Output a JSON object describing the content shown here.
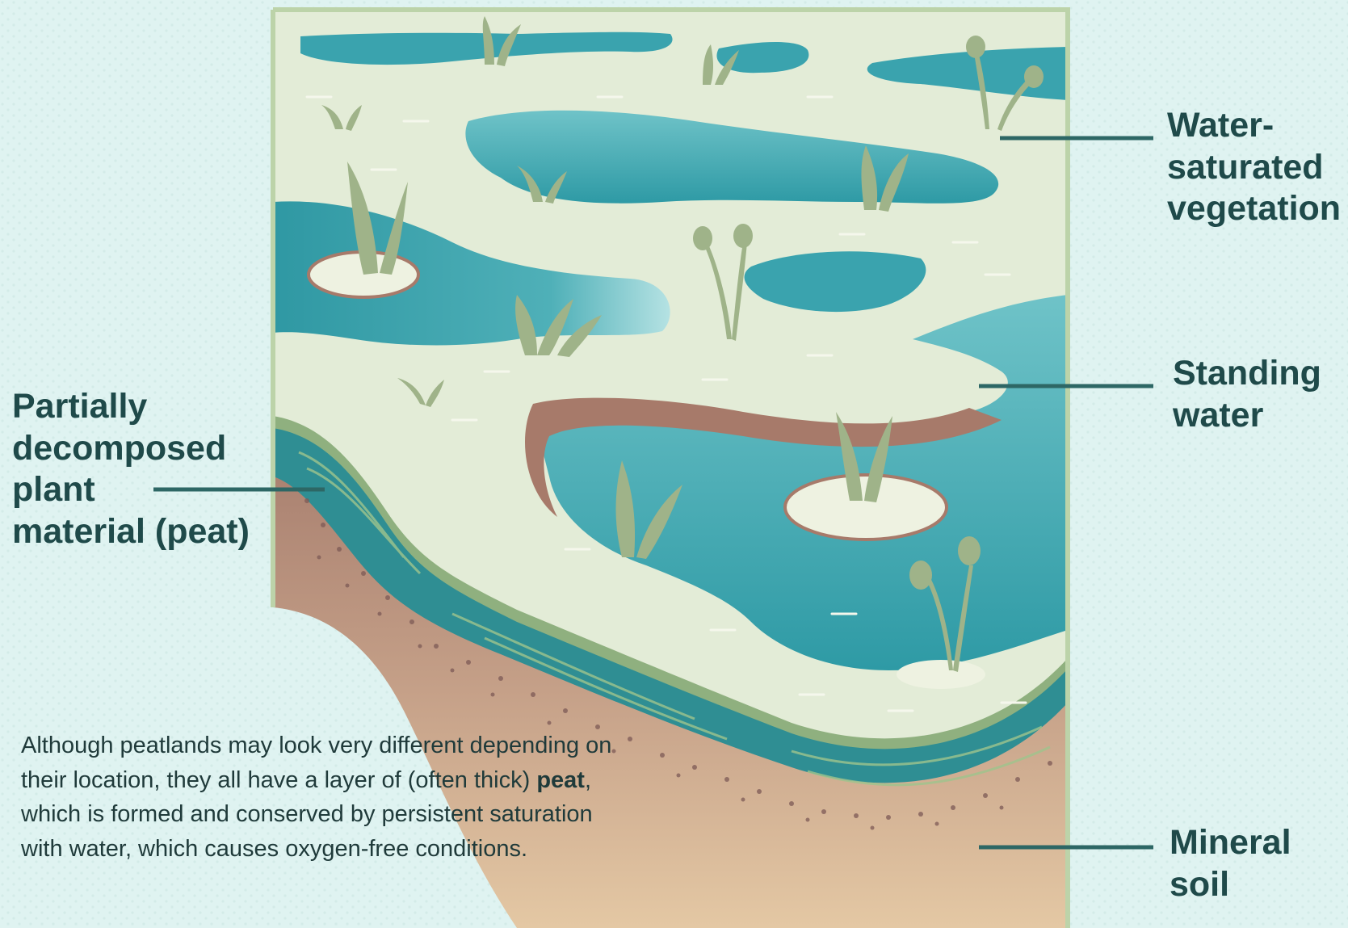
{
  "labels": {
    "vegetation": [
      "Water-",
      "saturated",
      "vegetation"
    ],
    "standing_water": [
      "Standing",
      "water"
    ],
    "peat": [
      "Partially",
      "decomposed",
      "plant",
      "material (peat)"
    ],
    "mineral_soil": [
      "Mineral",
      "soil"
    ]
  },
  "caption": {
    "before_bold": "Although peatlands may look very different depending on their location, they all have a layer of (often thick) ",
    "bold": "peat",
    "after_bold": ", which is formed and conserved by persistent saturation with water, which causes oxygen-free conditions."
  },
  "colors": {
    "background": "#dff3f1",
    "ground": "#e3ecd7",
    "water": "#3aa3ae",
    "water_light": "#7fcdd2",
    "peat": "#a77a6a",
    "soil": "#d9b998",
    "plant": "#9fb389",
    "text": "#1f4a4a"
  }
}
